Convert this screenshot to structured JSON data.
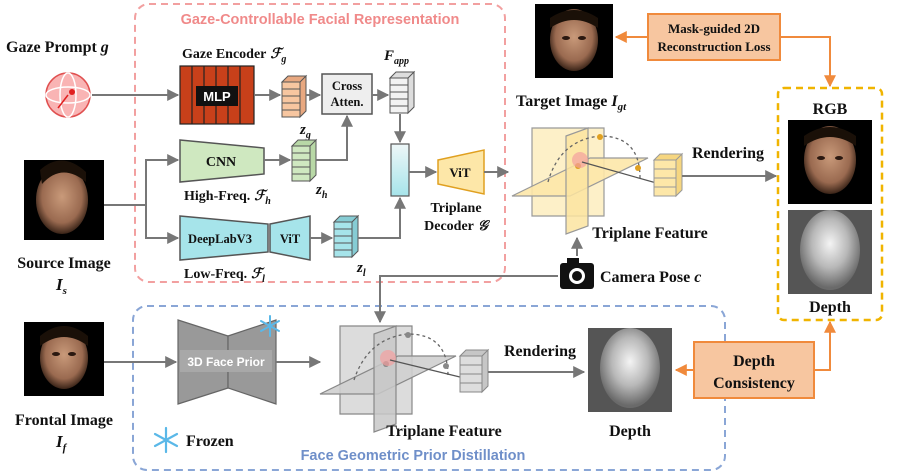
{
  "gcfr_title": "Gaze-Controllable Facial Representation",
  "fgpd_title": "Face Geometric Prior Distillation",
  "gaze_prompt": "Gaze Prompt",
  "gaze_prompt_sym": "g",
  "source_image": "Source Image",
  "source_sym": "I",
  "source_sub": "s",
  "frontal_image": "Frontal Image",
  "frontal_sym": "I",
  "frontal_sub": "f",
  "gaze_encoder": "Gaze Encoder",
  "gaze_encoder_sym": "ℱ",
  "gaze_encoder_sub": "g",
  "mlp": "MLP",
  "zg": "z",
  "zg_sub": "g",
  "cross1": "Cross",
  "cross2": "Atten.",
  "fapp": "F",
  "fapp_sub": "app",
  "cnn": "CNN",
  "high_freq": "High-Freq.",
  "high_sym": "ℱ",
  "high_sub": "h",
  "zh": "z",
  "zh_sub": "h",
  "deeplab": "DeepLabV3",
  "vit_small": "ViT",
  "low_freq": "Low-Freq.",
  "low_sym": "ℱ",
  "low_sub": "l",
  "zl": "z",
  "zl_sub": "l",
  "vit_decoder": "ViT",
  "triplane_decoder1": "Triplane",
  "triplane_decoder2": "Decoder",
  "decoder_sym": "𝒢",
  "target_image": "Target Image",
  "target_sym": "I",
  "target_sub": "gt",
  "mask_loss1": "Mask-guided 2D",
  "mask_loss2": "Reconstruction  Loss",
  "rendering_top": "Rendering",
  "triplane_feature_top": "Triplane Feature",
  "camera_pose": "Camera Pose",
  "camera_sym": "c",
  "rgb": "RGB",
  "depth_right": "Depth",
  "face_prior": "3D Face Prior",
  "rendering_bottom": "Rendering",
  "triplane_feature_bottom": "Triplane Feature",
  "depth_bottom": "Depth",
  "depth_consistency1": "Depth",
  "depth_consistency2": "Consistency",
  "frozen": "Frozen",
  "colors": {
    "pink_dash": "#f2a0a0",
    "blue_dash": "#8aa6d6",
    "orange": "#f08a3c",
    "orange_fill": "#f7c6a0",
    "yellow_dash": "#f0b400",
    "green": "#cfe8c0",
    "cyan": "#a6e4ea",
    "mlp_red": "#c8401a",
    "gray_arrow": "#777777"
  }
}
